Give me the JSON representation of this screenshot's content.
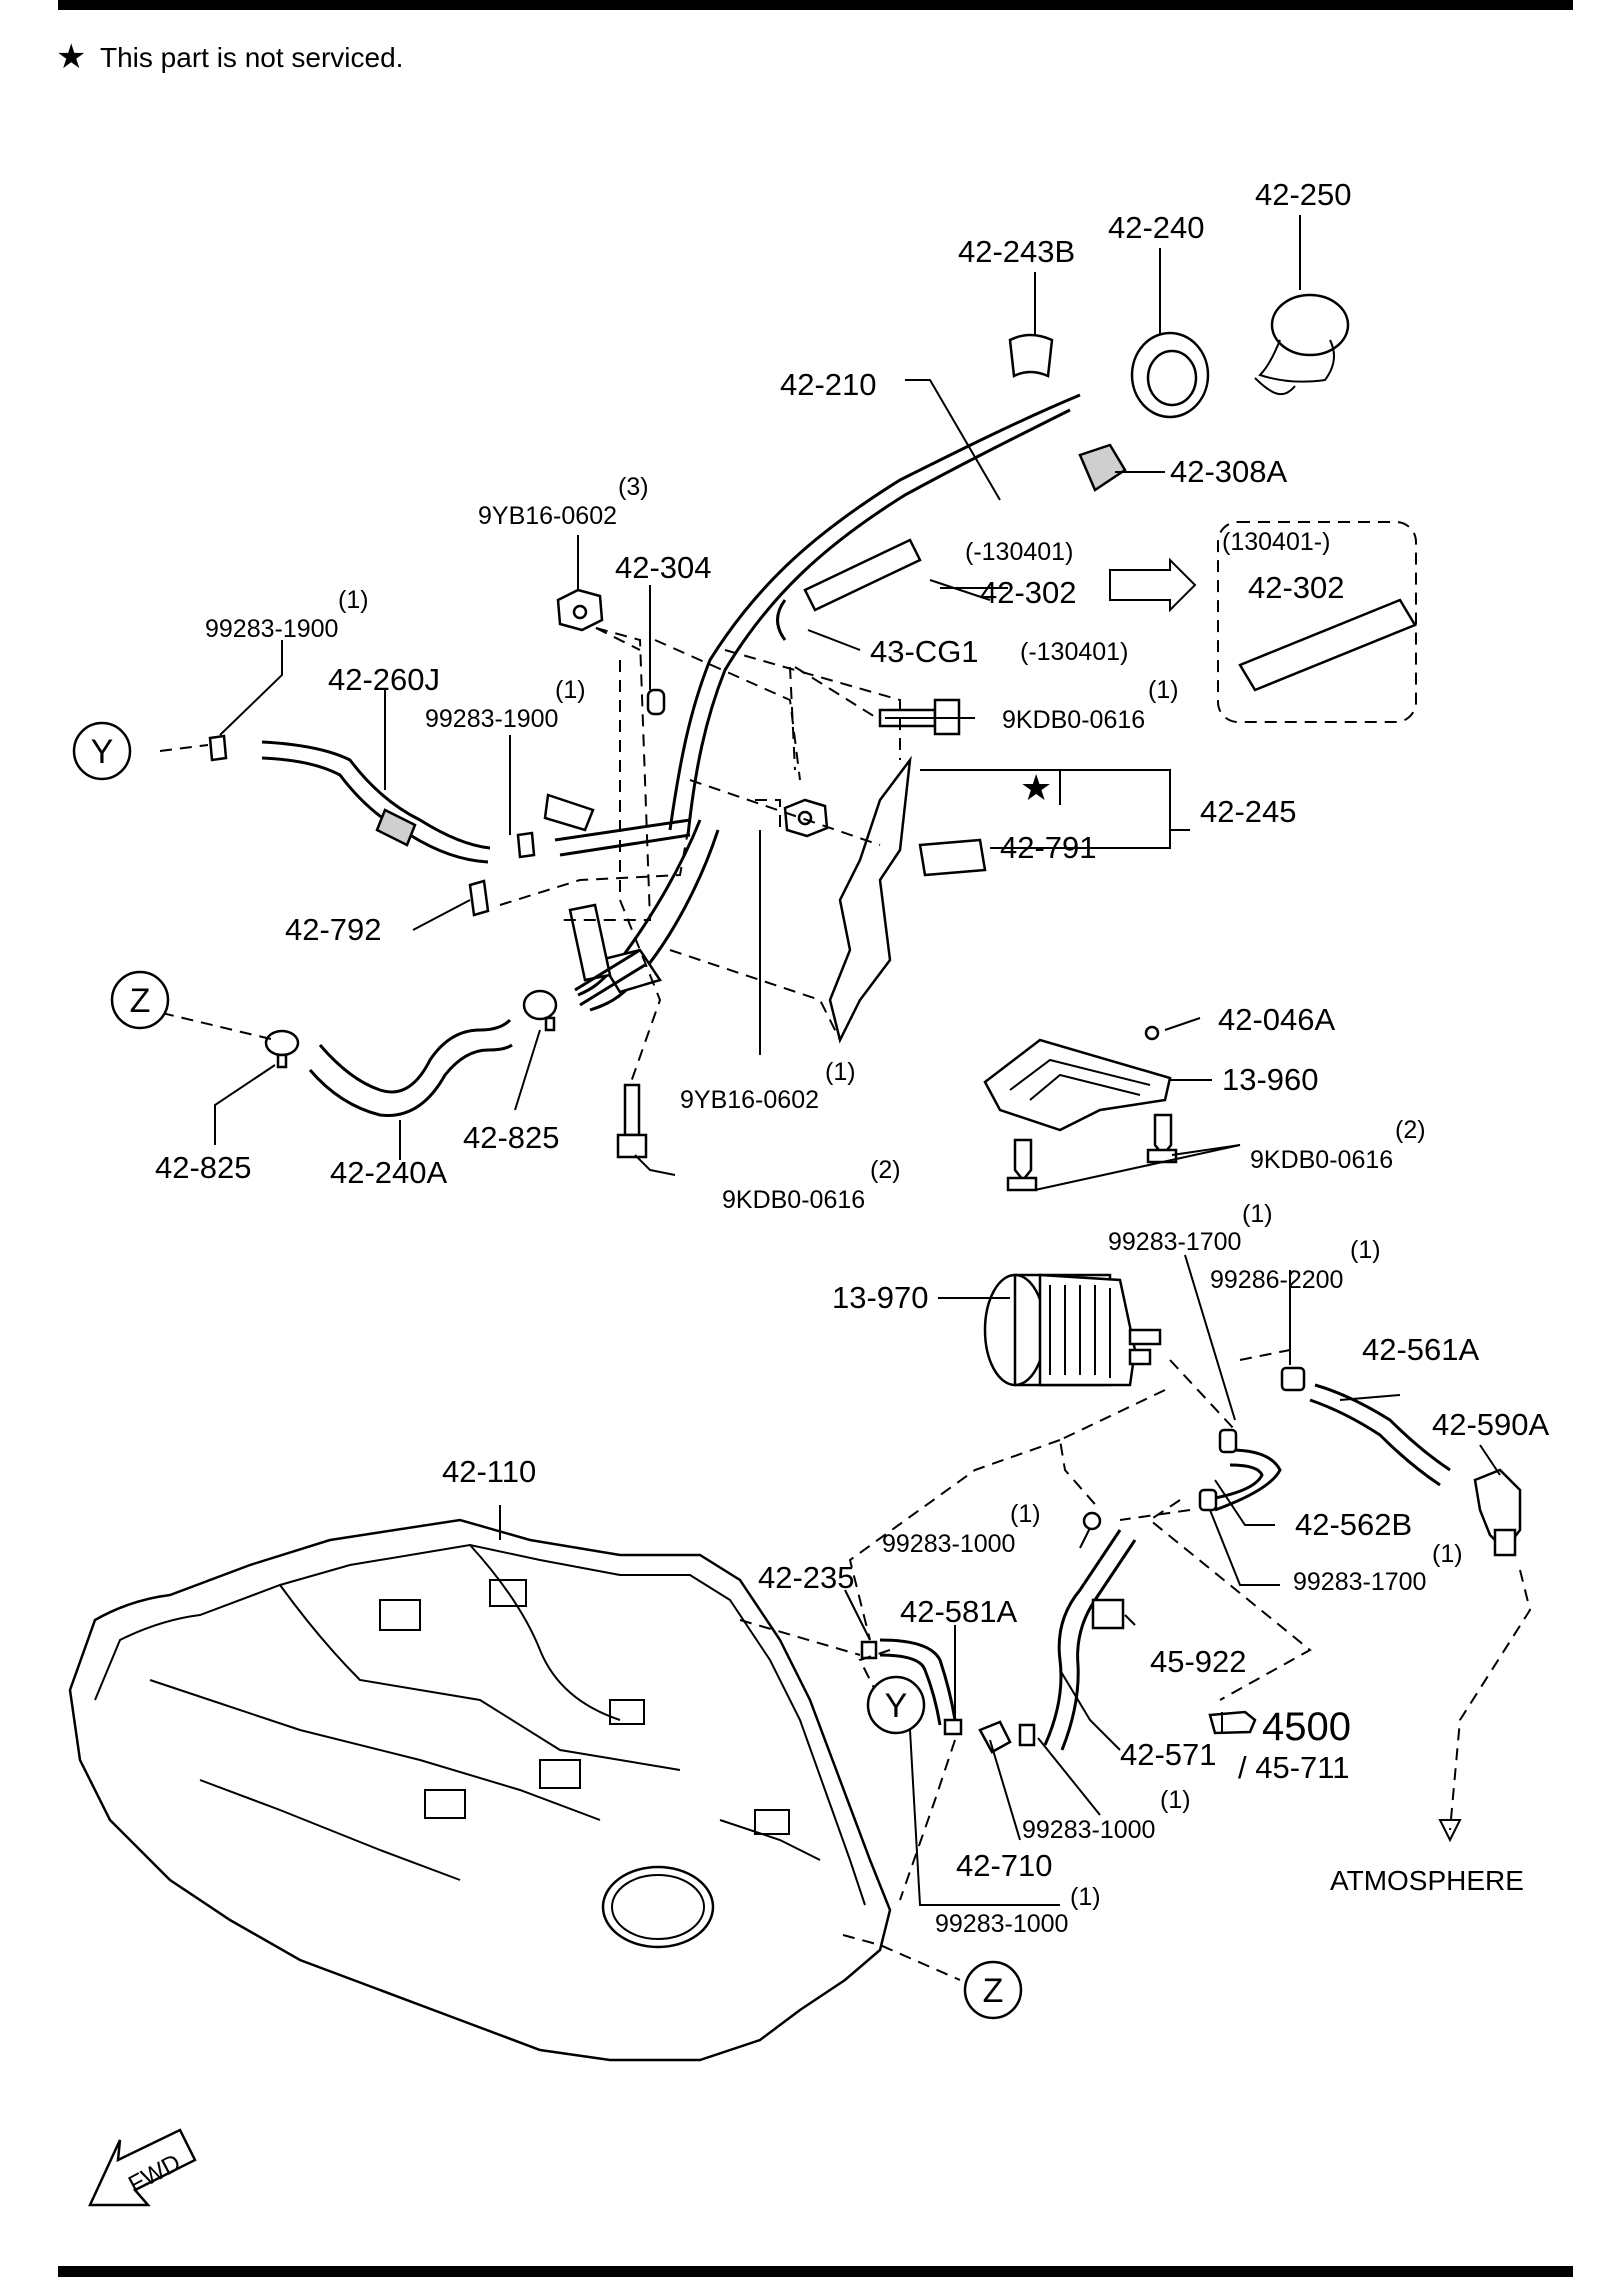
{
  "header": {
    "note_symbol": "★",
    "note_text": "This part is not serviced."
  },
  "labels": {
    "p42_250": "42-250",
    "p42_240": "42-240",
    "p42_243B": "42-243B",
    "p42_210": "42-210",
    "p42_308A": "42-308A",
    "qty_9YB16_top": "(3)",
    "p9YB16_top": "9YB16-0602",
    "p42_304": "42-304",
    "cond_minus": "(-130401)",
    "p42_302_a": "42-302",
    "cond_plus": "(130401-)",
    "p42_302_b": "42-302",
    "p43_CG1": "43-CG1",
    "cond_minus_2": "(-130401)",
    "qty_99283_1900_a": "(1)",
    "p99283_1900_a": "99283-1900",
    "p42_260J": "42-260J",
    "qty_99283_1900_b": "(1)",
    "p99283_1900_b": "99283-1900",
    "qty_9KDB0_top": "(1)",
    "p9KDB0_top": "9KDB0-0616",
    "callout_Y": "Y",
    "callout_Z": "Z",
    "star": "★",
    "p42_245": "42-245",
    "p42_791": "42-791",
    "p42_792": "42-792",
    "p42_825_a": "42-825",
    "p42_240A": "42-240A",
    "p42_825_b": "42-825",
    "qty_9YB16_mid": "(1)",
    "p9YB16_mid": "9YB16-0602",
    "qty_9KDB0_mid": "(2)",
    "p9KDB0_mid": "9KDB0-0616",
    "p42_046A": "42-046A",
    "p13_960": "13-960",
    "qty_9KDB0_right": "(2)",
    "p9KDB0_right": "9KDB0-0616",
    "qty_99283_1700_a": "(1)",
    "p99283_1700_a": "99283-1700",
    "qty_99286_2200": "(1)",
    "p99286_2200": "99286-2200",
    "p13_970": "13-970",
    "p42_561A": "42-561A",
    "p42_590A": "42-590A",
    "p42_110": "42-110",
    "qty_99283_1000_a": "(1)",
    "p99283_1000_a": "99283-1000",
    "p42_562B": "42-562B",
    "qty_99283_1700_b": "(1)",
    "p99283_1700_b": "99283-1700",
    "p42_235": "42-235",
    "p42_581A": "42-581A",
    "p45_922": "45-922",
    "ref_4500": "4500",
    "ref_45_711": "/ 45-711",
    "p42_571": "42-571",
    "qty_99283_1000_b": "(1)",
    "p99283_1000_b": "99283-1000",
    "p42_710": "42-710",
    "qty_99283_1000_c": "(1)",
    "p99283_1000_c": "99283-1000",
    "atmosphere": "ATMOSPHERE",
    "fwd": "FWD"
  }
}
